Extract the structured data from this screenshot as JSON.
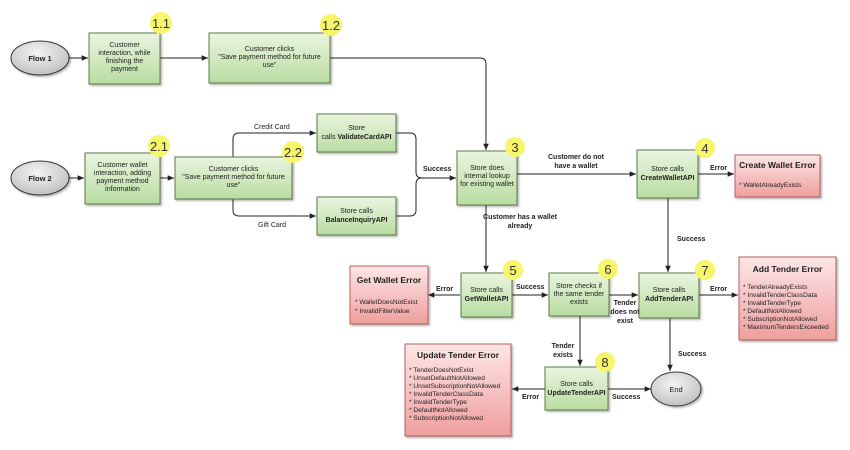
{
  "flows": {
    "flow1": "Flow 1",
    "flow2": "Flow 2",
    "end": "End"
  },
  "nodes": {
    "n11": {
      "badge": "1.1",
      "lines": [
        "Customer",
        "interaction, while",
        "finishing the",
        "payment"
      ]
    },
    "n12": {
      "badge": "1.2",
      "lines": [
        "Customer clicks",
        "\"Save payment method for future",
        "use\""
      ]
    },
    "n21": {
      "badge": "2.1",
      "lines": [
        "Customer wallet",
        "interaction, adding",
        "payment method",
        "information"
      ]
    },
    "n22": {
      "badge": "2.2",
      "lines": [
        "Customer clicks",
        "\"Save payment method for future",
        "use\""
      ]
    },
    "validate": {
      "line1": "Store",
      "line2_prefix": "calls ",
      "line2_bold": "ValidateCardAPI"
    },
    "balance": {
      "line1": "Store calls",
      "line2_bold": "BalanceInquiryAPI"
    },
    "n3": {
      "badge": "3",
      "lines": [
        "Store does",
        "internal lookup",
        "for existing wallet"
      ]
    },
    "n4": {
      "badge": "4",
      "line1": "Store calls",
      "line2_bold": "CreateWalletAPI"
    },
    "n5": {
      "badge": "5",
      "line1": "Store calls",
      "line2_bold": "GetWalletAPI"
    },
    "n6": {
      "badge": "6",
      "lines": [
        "Store checks if",
        "the same tender",
        "exists"
      ]
    },
    "n7": {
      "badge": "7",
      "line1": "Store calls",
      "line2_bold": "AddTenderAPI"
    },
    "n8": {
      "badge": "8",
      "line1": "Store calls",
      "line2_bold": "UpdateTenderAPI"
    }
  },
  "edge_labels": {
    "credit_card": "Credit Card",
    "gift_card": "Gift Card",
    "success": "Success",
    "no_wallet": [
      "Customer do not",
      "have a wallet"
    ],
    "has_wallet": [
      "Customer has a wallet",
      "already"
    ],
    "error": "Error",
    "tender_not_exist": [
      "Tender",
      "does not",
      "exist"
    ],
    "tender_exists": [
      "Tender",
      "exists"
    ]
  },
  "errors": {
    "create": {
      "title": "Create Wallet Error",
      "items": [
        "* WalletAlreadyExists"
      ]
    },
    "get": {
      "title": "Get Wallet Error",
      "items": [
        "* WalletDoesNotExist",
        "* InvalidFilterValue"
      ]
    },
    "add": {
      "title": "Add Tender Error",
      "items": [
        "* TenderAlreadyExists",
        "* InvalidTenderClassData",
        "* InvalidTenderType",
        "* DefaultNotAllowed",
        "* SubscriptionNotAllowed",
        "* MaximumTendersExceeded"
      ]
    },
    "update": {
      "title": "Update Tender Error",
      "items": [
        "* TenderDoesNotExist",
        "* UnsetDefaultNotAllowed",
        "* UnsetSubscriptionNotAllowed",
        "* InvalidTenderClassData",
        "* InvalidTenderType",
        "* DefaultNotAllowed",
        "* SubscriptionNotAllowed"
      ]
    }
  },
  "colors": {
    "node_fill_top": "#eaf5e0",
    "node_fill_bottom": "#b8dca0",
    "node_stroke": "#5c7a45",
    "error_fill_top": "#fde6e6",
    "error_fill_bottom": "#ef9e9e",
    "error_stroke": "#b56060",
    "badge": "#f7f56a",
    "terminal": "#d8d8d8",
    "edge": "#222222"
  }
}
